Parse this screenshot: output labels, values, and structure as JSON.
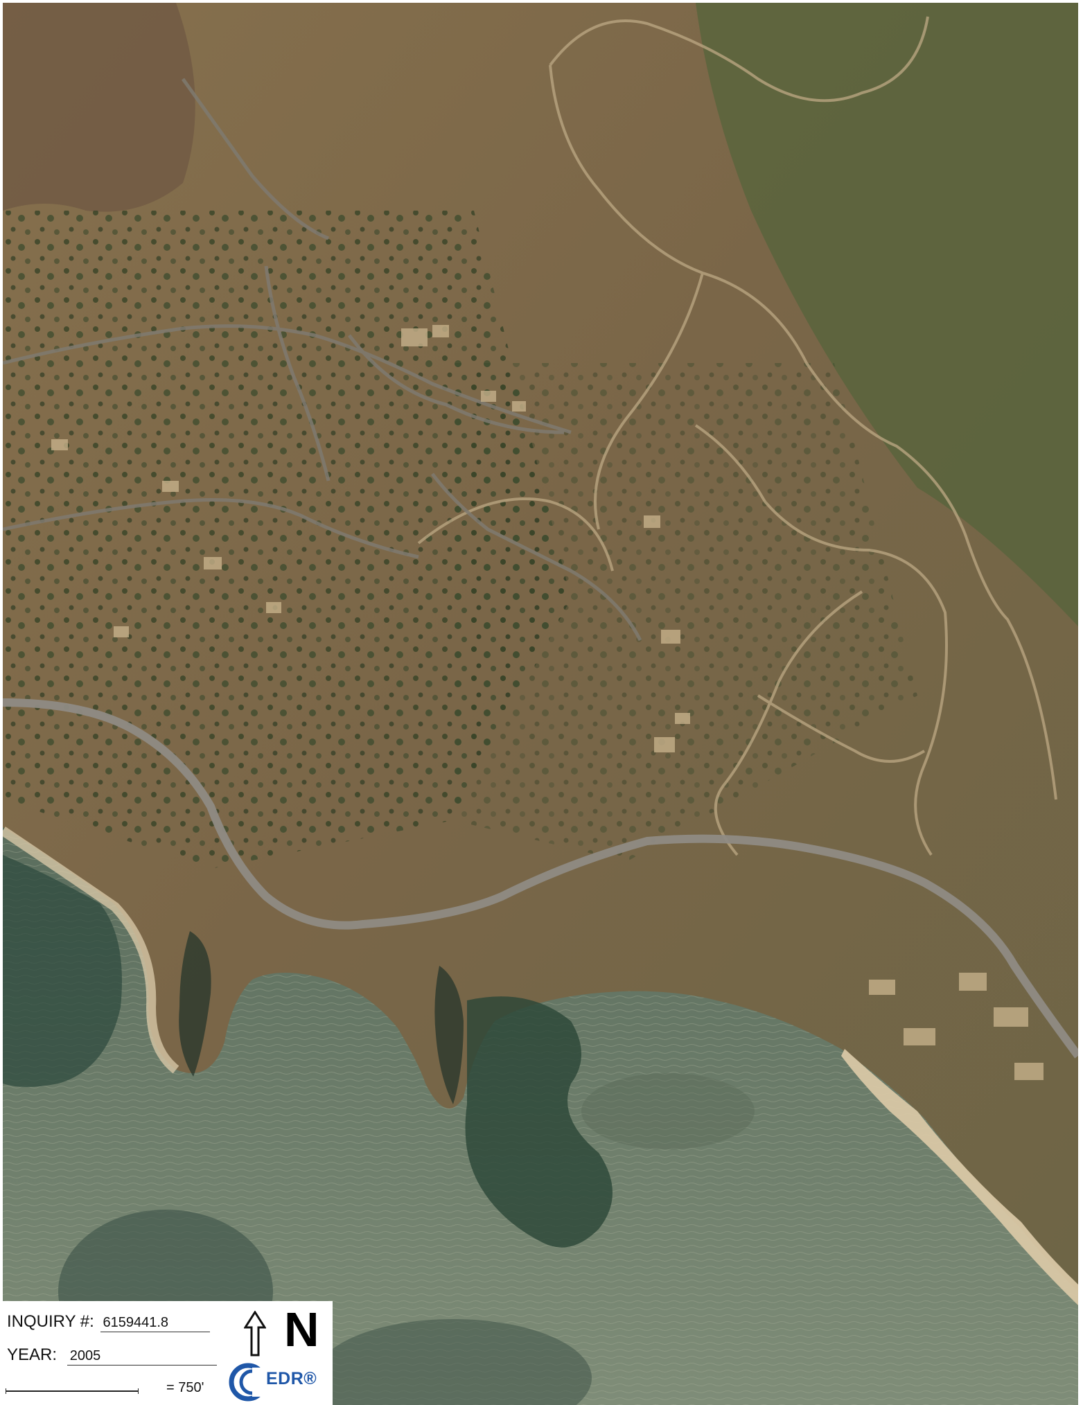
{
  "map": {
    "kind": "aerial-photograph",
    "terrain": "coastal hills with roads, residences and ocean",
    "colors": {
      "land": "#8c7552",
      "vegetation": "#4b5a34",
      "water": "#6d7f6d",
      "deep_water": "#2f4b3f",
      "sand": "#d6c6a5",
      "road": "#8e8b84"
    }
  },
  "legend": {
    "inquiry_label": "INQUIRY #:",
    "inquiry_value": "6159441.8",
    "year_label": "YEAR:",
    "year_value": "2005",
    "scale_text": "= 750'",
    "north_label": "N",
    "logo_text": "EDR",
    "logo_mark": "®",
    "north_icon": "north-arrow-icon",
    "logo_icon": "edr-logo-icon"
  }
}
